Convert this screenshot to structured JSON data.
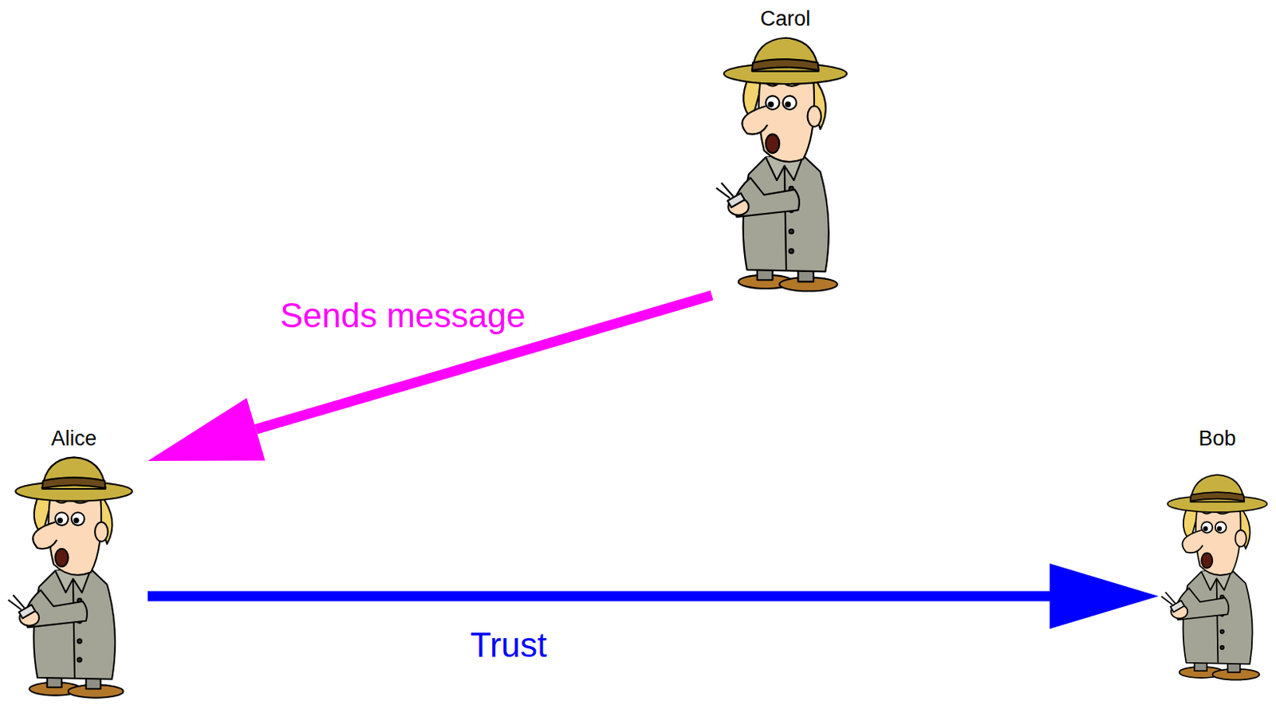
{
  "diagram": {
    "nodes": [
      {
        "text": [
          "Carol"
        ]
      },
      {
        "text": [
          "Alice"
        ]
      },
      {
        "text": [
          "Bob"
        ]
      }
    ],
    "edges": [
      {
        "from": 0,
        "to": 1,
        "label": "Sends message",
        "arrow": "to"
      },
      {
        "from": 1,
        "to": 2,
        "label": "Trust",
        "arrow": "to"
      }
    ]
  }
}
